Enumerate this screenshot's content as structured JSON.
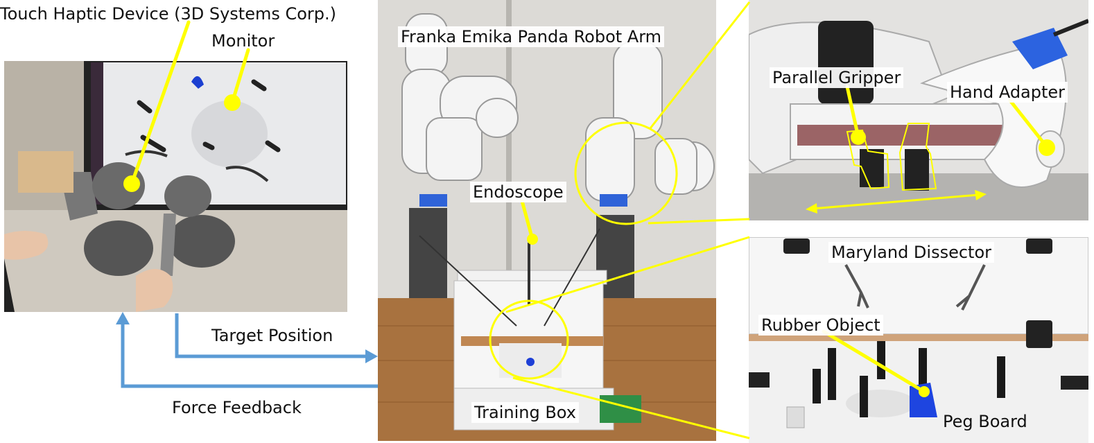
{
  "labels": {
    "haptic_device": "Touch Haptic Device (3D Systems Corp.)",
    "monitor": "Monitor",
    "robot_arm": "Franka Emika Panda Robot Arm",
    "endoscope": "Endoscope",
    "training_box": "Training Box",
    "target_position": "Target Position",
    "force_feedback": "Force Feedback",
    "parallel_gripper": "Parallel Gripper",
    "hand_adapter": "Hand Adapter",
    "maryland_dissector": "Maryland Dissector",
    "rubber_object": "Rubber Object",
    "peg_board": "Peg Board"
  },
  "colors": {
    "annotation": "#ffff00",
    "arrow": "#5b9bd5",
    "text": "#111111"
  }
}
